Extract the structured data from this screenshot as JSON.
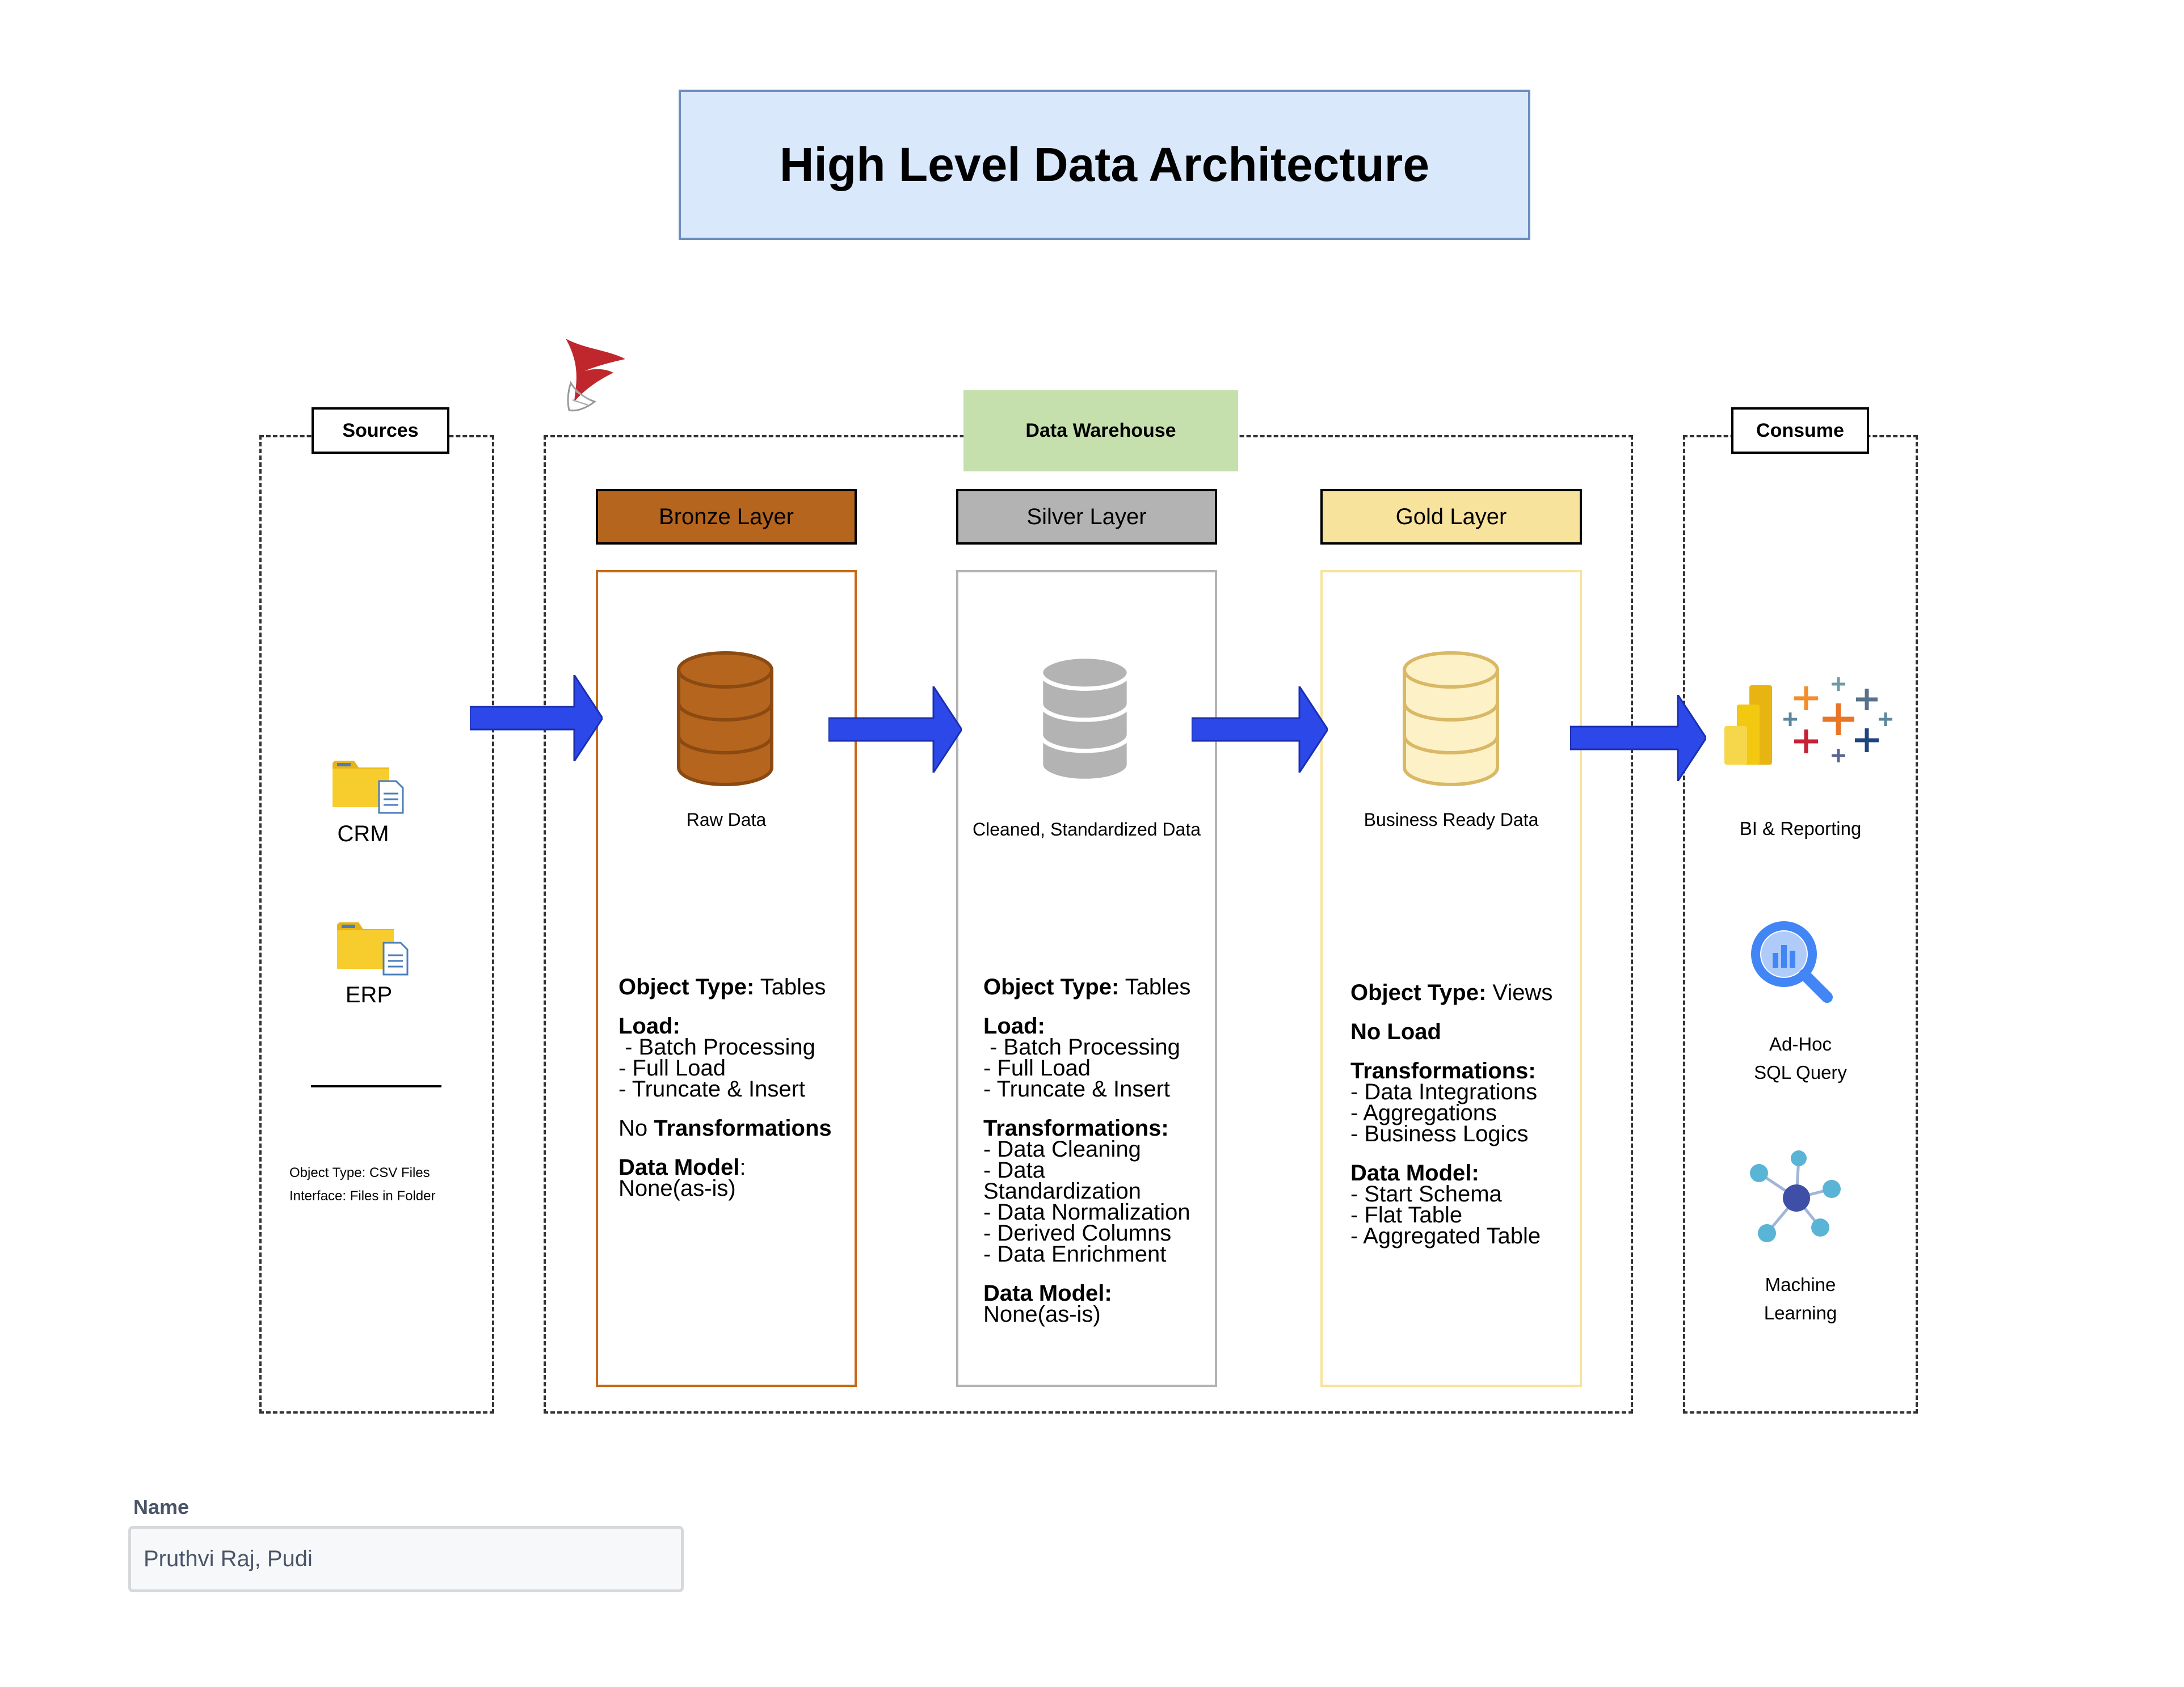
{
  "title": "High Level Data Architecture",
  "sources": {
    "label": "Sources",
    "items": [
      {
        "name": "CRM",
        "icon": "folder-file-icon"
      },
      {
        "name": "ERP",
        "icon": "folder-file-icon"
      }
    ],
    "object_type": "Object Type: CSV Files",
    "interface": "Interface: Files in Folder"
  },
  "warehouse": {
    "label": "Data Warehouse",
    "logo_icon": "sql-server-icon",
    "layers": [
      {
        "name": "Bronze Layer",
        "color": "#b5651d",
        "caption": "Raw  Data",
        "object_type_label": "Object Type:",
        "object_type_value": "Tables",
        "load_label": "Load:",
        "load_items": [
          " - Batch Processing",
          "- Full Load",
          "- Truncate & Insert"
        ],
        "transform_prefix": "No ",
        "transform_label": "Transformations",
        "model_label": "Data Model",
        "model_suffix": ":",
        "model_value": "None(as-is)"
      },
      {
        "name": "Silver Layer",
        "color": "#b3b3b3",
        "caption": "Cleaned, Standardized Data",
        "object_type_label": "Object Type:",
        "object_type_value": "Tables",
        "load_label": "Load:",
        "load_items": [
          " - Batch Processing",
          "- Full Load",
          "- Truncate & Insert"
        ],
        "transform_label": "Transformations:",
        "transform_items": [
          "- Data Cleaning",
          "- Data",
          "Standardization",
          "- Data Normalization",
          "- Derived Columns",
          "- Data Enrichment"
        ],
        "model_label": "Data Model:",
        "model_value": "None(as-is)"
      },
      {
        "name": "Gold Layer",
        "color": "#f8e39c",
        "caption": "Business Ready Data",
        "object_type_label": "Object Type:",
        "object_type_value": "Views",
        "load_label": "No Load",
        "transform_label": "Transformations:",
        "transform_items": [
          "- Data Integrations",
          "- Aggregations",
          "- Business Logics"
        ],
        "model_label": "Data Model:",
        "model_items": [
          "- Start Schema",
          "- Flat Table",
          "- Aggregated Table"
        ]
      }
    ]
  },
  "consume": {
    "label": "Consume",
    "items": [
      {
        "lines": [
          "BI & Reporting"
        ],
        "icon": "powerbi-tableau-icon"
      },
      {
        "lines": [
          "Ad-Hoc",
          "SQL Query"
        ],
        "icon": "bigquery-icon"
      },
      {
        "lines": [
          "Machine",
          "Learning"
        ],
        "icon": "machine-learning-icon"
      }
    ]
  },
  "name_field": {
    "label": "Name",
    "value": "Pruthvi Raj, Pudi"
  },
  "colors": {
    "arrow": "#2c48e8",
    "title_bg": "#dae8fc",
    "warehouse_tag": "#c5e0ac"
  }
}
